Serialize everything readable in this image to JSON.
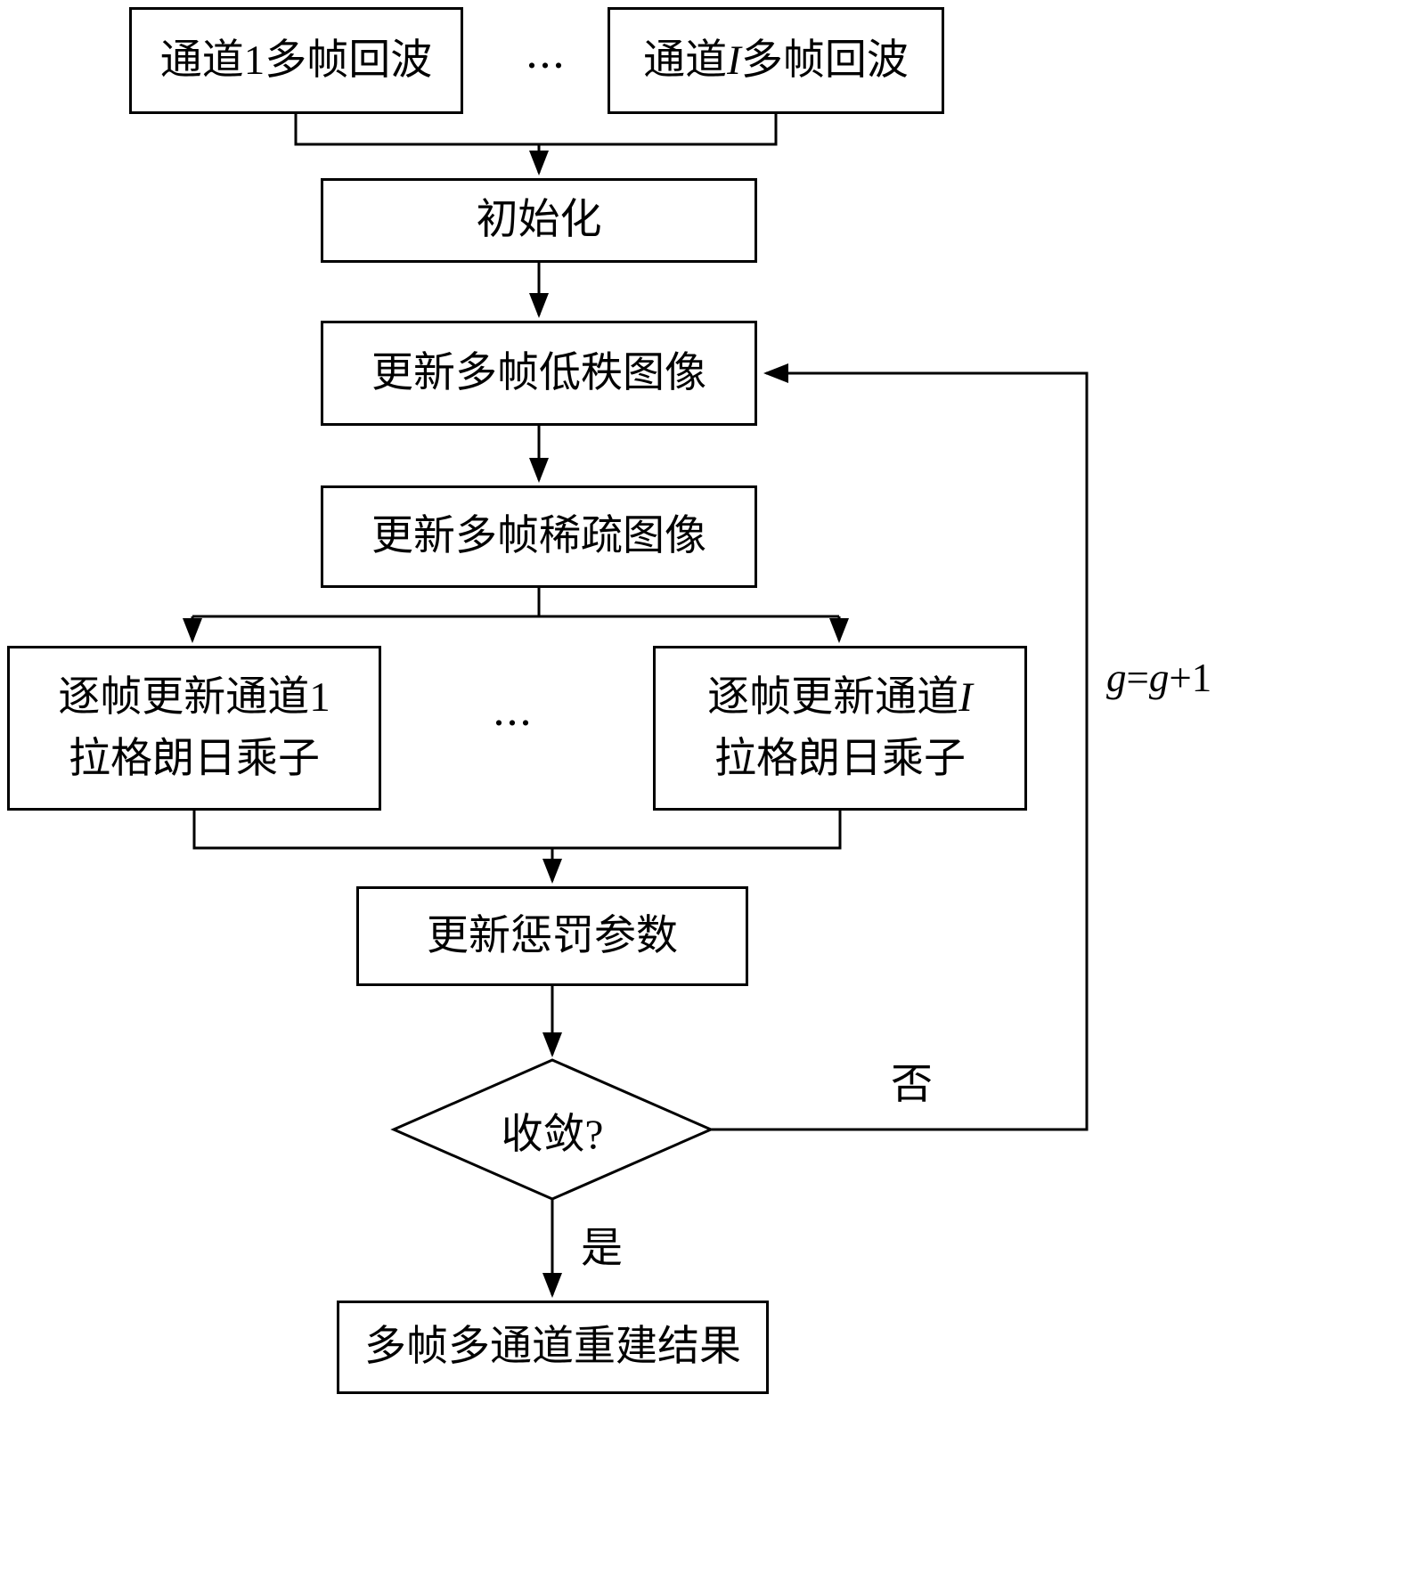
{
  "nodes": {
    "ch1": {
      "text": "通道1多帧回波"
    },
    "chI": {
      "prefix": "通道",
      "var": "I",
      "suffix": "多帧回波"
    },
    "init": {
      "text": "初始化"
    },
    "lowrank": {
      "text": "更新多帧低秩图像"
    },
    "sparse": {
      "text": "更新多帧稀疏图像"
    },
    "lag1": {
      "line1": "逐帧更新通道1",
      "line2": "拉格朗日乘子"
    },
    "lagI": {
      "line1_prefix": "逐帧更新通道",
      "line1_var": "I",
      "line2": "拉格朗日乘子"
    },
    "penalty": {
      "text": "更新惩罚参数"
    },
    "converge": {
      "text": "收敛?"
    },
    "result": {
      "text": "多帧多通道重建结果"
    }
  },
  "labels": {
    "dots_top": "...",
    "dots_mid": "...",
    "no": "否",
    "yes": "是"
  },
  "loop": {
    "g1": "g",
    "eq": "=",
    "g2": "g",
    "plus": "+1"
  },
  "colors": {
    "line": "#000000",
    "background": "#ffffff"
  }
}
